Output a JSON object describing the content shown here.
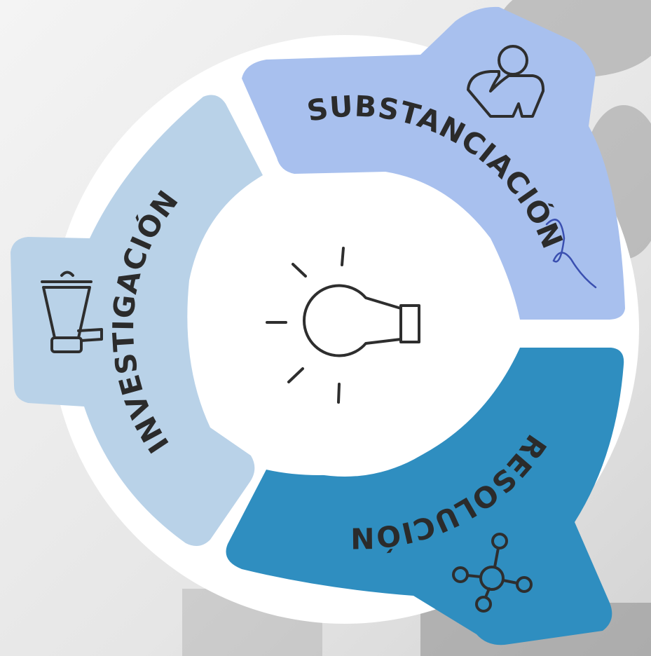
{
  "stages": [
    {
      "label": "SUBSTANCIACIÓN",
      "icon": "person-icon",
      "color": "#a8c0ee"
    },
    {
      "label": "RESOLUCIÓN",
      "icon": "network-icon",
      "color": "#2f8ec0"
    },
    {
      "label": "INVESTIGACIÓN",
      "icon": "blender-icon",
      "color": "#b9d2e8"
    }
  ],
  "center": {
    "icon": "lightbulb-icon"
  }
}
